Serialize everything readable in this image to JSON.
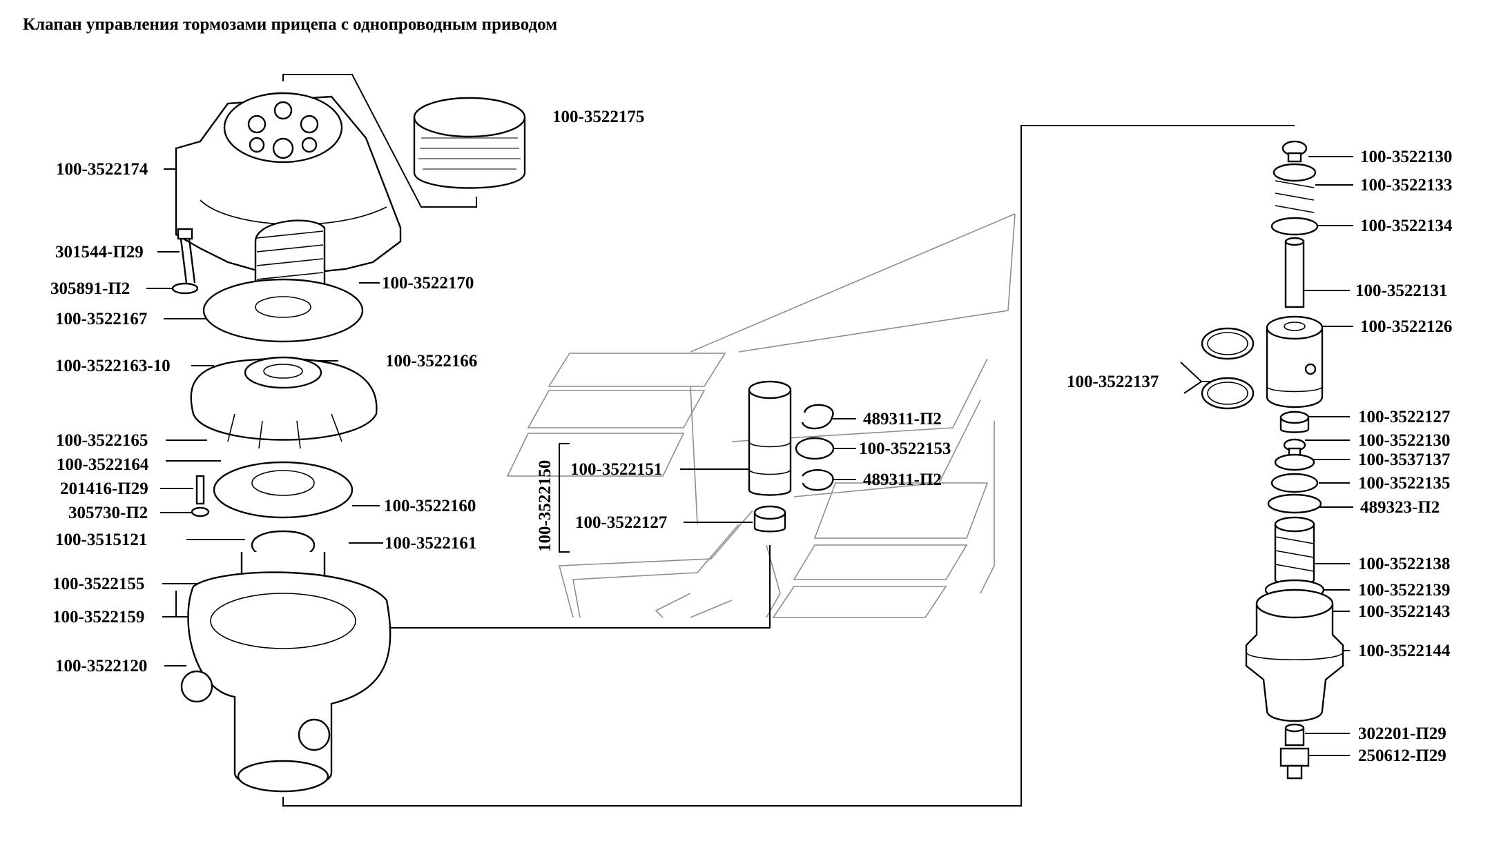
{
  "title": "Клапан управления тормозами прицепа с однопроводным приводом",
  "labels": {
    "p_3522175": "100-3522175",
    "p_3522174": "100-3522174",
    "p_301544": "301544-П29",
    "p_305891": "305891-П2",
    "p_3522170": "100-3522170",
    "p_3522167": "100-3522167",
    "p_3522163": "100-3522163-10",
    "p_3522166": "100-3522166",
    "p_3522165": "100-3522165",
    "p_3522164": "100-3522164",
    "p_201416": "201416-П29",
    "p_305730": "305730-П2",
    "p_3522160": "100-3522160",
    "p_3515121": "100-3515121",
    "p_3522161": "100-3522161",
    "p_3522155": "100-3522155",
    "p_3522159": "100-3522159",
    "p_3522120": "100-3522120",
    "p_3522150": "100-3522150",
    "p_3522151": "100-3522151",
    "p_3522127_mid": "100-3522127",
    "p_489311_a": "489311-П2",
    "p_3522153": "100-3522153",
    "p_489311_b": "489311-П2",
    "p_3522130_a": "100-3522130",
    "p_3522133": "100-3522133",
    "p_3522134": "100-3522134",
    "p_3522131": "100-3522131",
    "p_3522126": "100-3522126",
    "p_3522137": "100-3522137",
    "p_3522127_r": "100-3522127",
    "p_3522130_b": "100-3522130",
    "p_3537137": "100-3537137",
    "p_3522135": "100-3522135",
    "p_489323": "489323-П2",
    "p_3522138": "100-3522138",
    "p_3522139": "100-3522139",
    "p_3522143": "100-3522143",
    "p_3522144": "100-3522144",
    "p_302201": "302201-П29",
    "p_250612": "250612-П29"
  }
}
